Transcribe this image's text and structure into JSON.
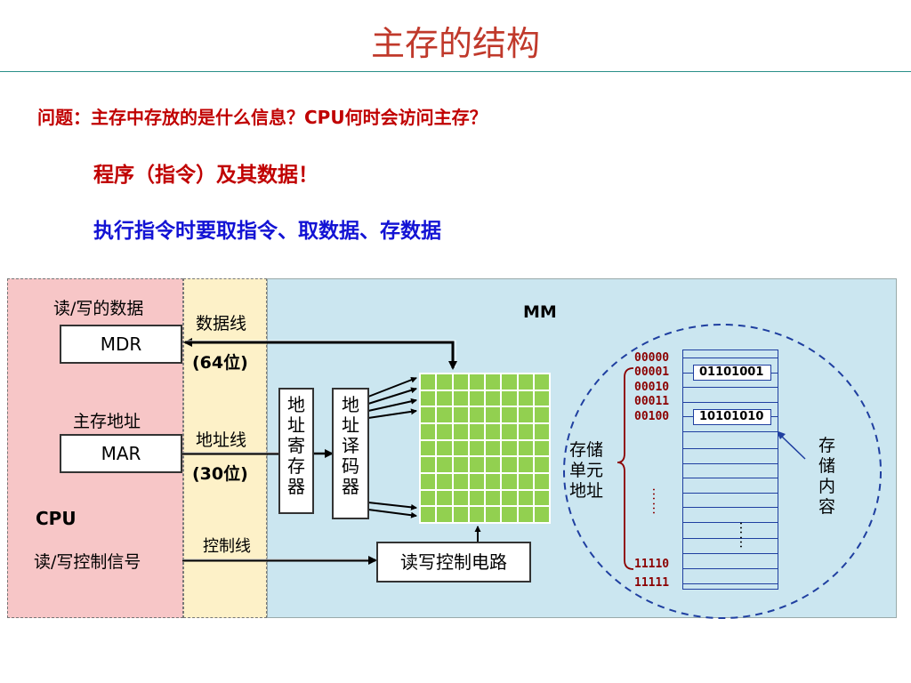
{
  "slide": {
    "title": "主存的结构",
    "question": "问题：主存中存放的是什么信息？CPU何时会访问主存？",
    "answer_1": "程序（指令）及其数据！",
    "answer_2": "执行指令时要取指令、取数据、存数据"
  },
  "cpu": {
    "rw_data_label": "读/写的数据",
    "mdr": "MDR",
    "address_label": "主存地址",
    "mar": "MAR",
    "cpu_label": "CPU",
    "control_signal_label": "读/写控制信号"
  },
  "bus": {
    "data_bus": "数据线",
    "data_bits": "(64位)",
    "address_bus": "地址线",
    "address_bits": "(30位)",
    "control_bus": "控制线"
  },
  "mm": {
    "label": "MM",
    "addr_register": "地址寄存器",
    "addr_decoder": "地址译码器",
    "rw_circuit": "读写控制电路",
    "unit_address_label": "存储单元地址",
    "content_label": "存储内容",
    "addresses": [
      "00000",
      "00001",
      "00010",
      "00011",
      "00100"
    ],
    "addresses_end": [
      "11110",
      "11111"
    ],
    "contents": {
      "row_00001": "01101001",
      "row_00100": "10101010"
    },
    "ellipsis": "……"
  },
  "colors": {
    "title": "#c0392b",
    "question": "#c00000",
    "answer_2": "#1313d4",
    "cpu_bg": "#f7c6c7",
    "bus_bg": "#fdf1c8",
    "mm_bg": "#cbe6f0",
    "grid_cell": "#92d050"
  }
}
